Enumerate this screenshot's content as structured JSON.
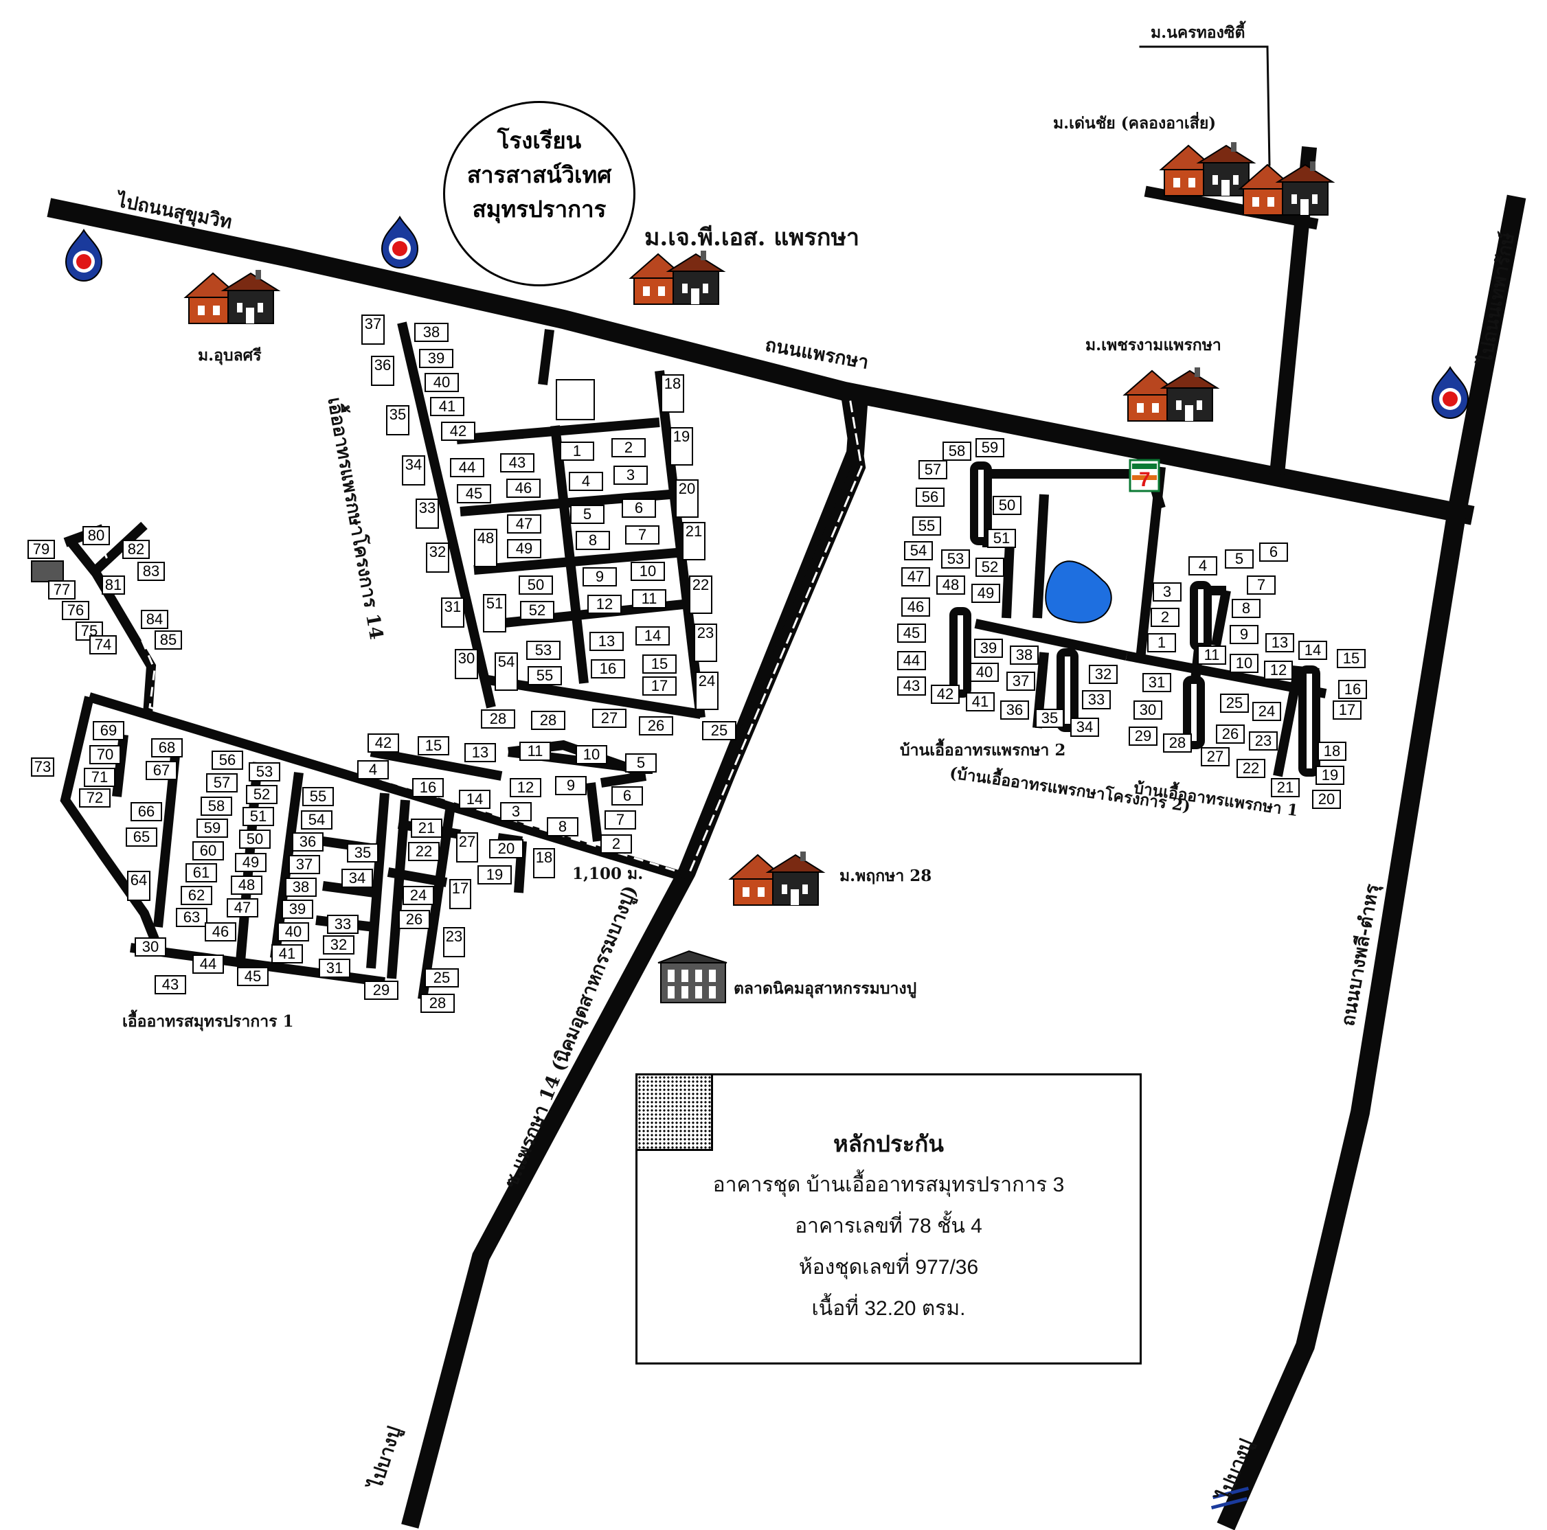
{
  "map": {
    "school": [
      "โรงเรียน",
      "สารสาสน์วิเทศ",
      "สมุทรปราการ"
    ],
    "labels": {
      "to_sukhumvit": "ไปถนนสุขุมวิท",
      "ubonsri": "ม.อุบลศรี",
      "jps": "ม.เจ.พี.เอส. แพรกษา",
      "phraeksa_road": "ถนนแพรกษา",
      "nakhonthong": "ม.นครทองซิตี้",
      "denchai": "ม.เด่นชัย (คลองอาเสี่ย)",
      "phetngam": "ม.เพชรงามแพรกษา",
      "to_thepharak": "ไปถนนเทพารักษ์",
      "project14": "เอื้ออาทรแพรกษาโครงการ 14",
      "phraeksa2": "บ้านเอื้ออาทรแพรกษา 2",
      "phraeksa2_alt": "(บ้านเอื้ออาทรแพรกษาโครงการ 2)",
      "phraeksa1": "บ้านเอื้ออาทรแพรกษา 1",
      "phruksa": "ม.พฤกษา 28",
      "distance": "1,100 ม.",
      "soi14": "ซ.แพรกษา 14 (นิคมอุตสาหกรรมบางปู)",
      "market": "ตลาดนิคมอุสาหกรรมบางปู",
      "samutprakan1": "เอื้ออาทรสมุทรปราการ 1",
      "to_bangpu_1": "ไปบางปู",
      "bangphli_road": "ถนนบางพลี-ตำหรุ",
      "to_bangpu_2": "ไปบางปู"
    },
    "colors": {
      "road": "#0a0a0a",
      "house_roof": "#b8461f",
      "house_wall": "#c44a1c",
      "pond": "#1e6fe0",
      "gas_blue": "#1a3a9c",
      "gas_red": "#e01616"
    }
  },
  "lots": {
    "project14": [
      "38",
      "39",
      "40",
      "41",
      "42",
      "37",
      "36",
      "35",
      "34",
      "33",
      "32",
      "31",
      "30",
      "44",
      "43",
      "45",
      "46",
      "47",
      "49",
      "48",
      "50",
      "52",
      "51",
      "53",
      "55",
      "54",
      "1",
      "2",
      "4",
      "3",
      "5",
      "6",
      "8",
      "7",
      "9",
      "10",
      "12",
      "11",
      "13",
      "14",
      "16",
      "15",
      "17",
      "18",
      "19",
      "20",
      "21",
      "22",
      "23",
      "24",
      "25",
      "28",
      "28",
      "27",
      "26"
    ],
    "samut1": [
      "79",
      "80",
      "82",
      "83",
      "81",
      "77",
      "76",
      "75",
      "74",
      "84",
      "85",
      "69",
      "70",
      "71",
      "72",
      "73",
      "68",
      "67",
      "66",
      "65",
      "64",
      "56",
      "53",
      "57",
      "52",
      "58",
      "51",
      "59",
      "50",
      "60",
      "49",
      "61",
      "48",
      "62",
      "47",
      "63",
      "46",
      "55",
      "54",
      "36",
      "37",
      "38",
      "39",
      "40",
      "41",
      "35",
      "34",
      "33",
      "32",
      "31",
      "21",
      "22",
      "24",
      "26",
      "27",
      "20",
      "19",
      "18",
      "17",
      "23",
      "25",
      "28",
      "29",
      "30",
      "44",
      "43",
      "45",
      "42",
      "15",
      "13",
      "11",
      "10",
      "5",
      "4",
      "16",
      "14",
      "12",
      "9",
      "6",
      "3",
      "8",
      "7",
      "2",
      "1"
    ],
    "phraeksa2": [
      "58",
      "59",
      "57",
      "56",
      "55",
      "54",
      "53",
      "52",
      "47",
      "48",
      "49",
      "46",
      "45",
      "44",
      "43",
      "42",
      "41",
      "36",
      "35",
      "34",
      "50",
      "51",
      "39",
      "38",
      "40",
      "37",
      "32",
      "33"
    ],
    "phraeksa1": [
      "4",
      "5",
      "6",
      "7",
      "8",
      "9",
      "3",
      "2",
      "1",
      "13",
      "14",
      "15",
      "11",
      "10",
      "12",
      "16",
      "17",
      "31",
      "30",
      "29",
      "28",
      "25",
      "24",
      "26",
      "23",
      "27",
      "22",
      "21",
      "18",
      "19",
      "20"
    ]
  },
  "collateral": {
    "title": "หลักประกัน",
    "line1": "อาคารชุด บ้านเอื้ออาทรสมุทรปราการ 3",
    "line2": "อาคารเลขที่ 78 ชั้น 4",
    "line3": "ห้องชุดเลขที่ 977/36",
    "line4": "เนื้อที่ 32.20 ตรม."
  }
}
